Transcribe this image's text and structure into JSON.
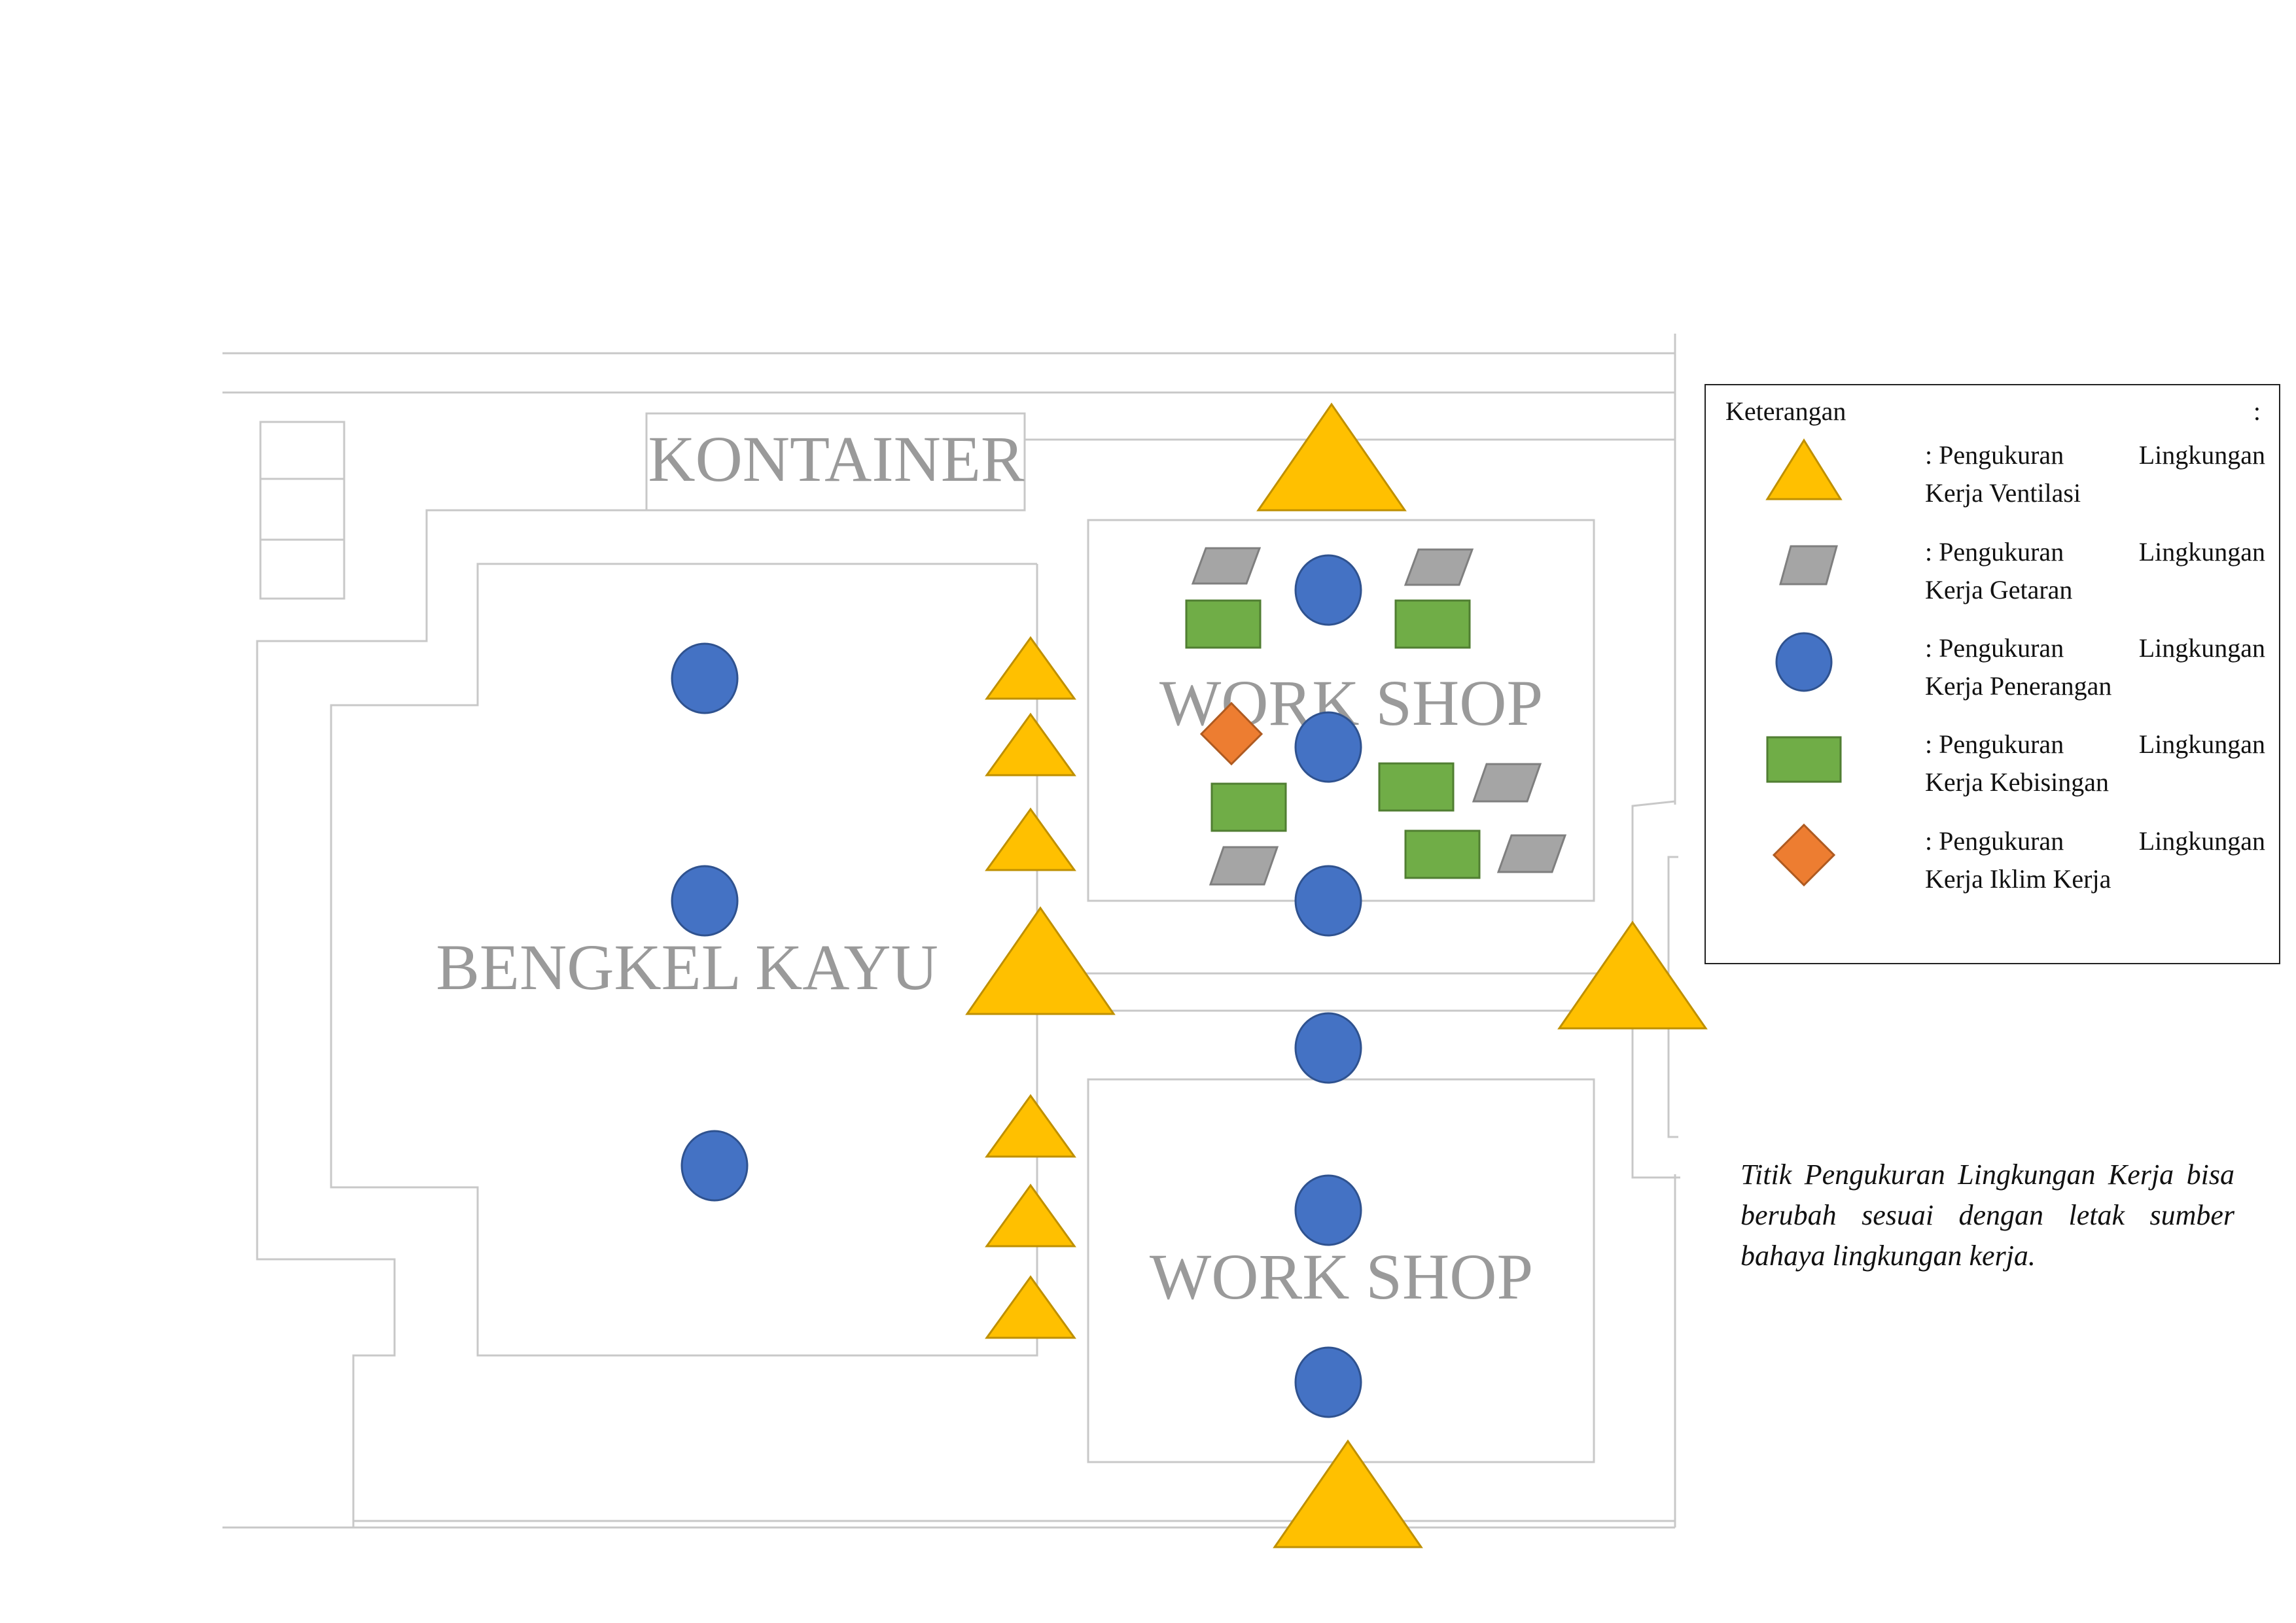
{
  "labels": {
    "kontainer": "KONTAINER",
    "bengkel_kayu": "BENGKEL KAYU",
    "workshop_top": "WORK SHOP",
    "workshop_bottom": "WORK SHOP"
  },
  "legend": {
    "title": "Keterangan",
    "colon": ":",
    "items": [
      {
        "icon": "triangle-icon",
        "prefix": ": Pengukuran",
        "word": "Lingkungan",
        "line2": "Kerja Ventilasi",
        "color": "#FFC000"
      },
      {
        "icon": "parallelogram-icon",
        "prefix": ": Pengukuran",
        "word": "Lingkungan",
        "line2": "Kerja Getaran",
        "color": "#A5A5A5"
      },
      {
        "icon": "circle-icon",
        "prefix": ": Pengukuran",
        "word": "Lingkungan",
        "line2": "Kerja Penerangan",
        "color": "#4472C4"
      },
      {
        "icon": "rectangle-icon",
        "prefix": ": Pengukuran",
        "word": "Lingkungan",
        "line2": "Kerja Kebisingan",
        "color": "#70AD47"
      },
      {
        "icon": "diamond-icon",
        "prefix": ": Pengukuran",
        "word": "Lingkungan",
        "line2": "Kerja Iklim Kerja",
        "color": "#ED7D31"
      }
    ]
  },
  "note": "Titik Pengukuran Lingkungan Kerja bisa berubah sesuai dengan letak sumber bahaya lingkungan kerja.",
  "colors": {
    "ventilasi": "#FFC000",
    "getaran": "#A5A5A5",
    "penerangan": "#4472C4",
    "kebisingan": "#70AD47",
    "iklim": "#ED7D31",
    "wall": "#c8c8c8",
    "room_label": "#9a9a9a"
  }
}
